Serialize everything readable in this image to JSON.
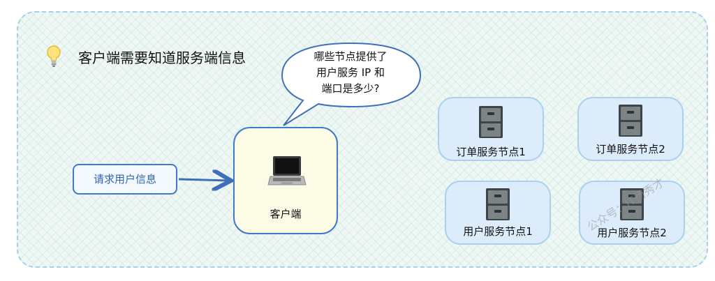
{
  "heading": {
    "icon": "lightbulb-icon",
    "text": "客户端需要知道服务端信息"
  },
  "bubble": {
    "lines": [
      "哪些节点提供了",
      "用户服务 IP 和",
      "端口是多少?"
    ]
  },
  "request_button": {
    "label": "请求用户信息"
  },
  "client": {
    "icon": "laptop-icon",
    "label": "客户端"
  },
  "nodes": [
    {
      "icon": "filing-cabinet-icon",
      "label": "订单服务节点1"
    },
    {
      "icon": "filing-cabinet-icon",
      "label": "订单服务节点2"
    },
    {
      "icon": "filing-cabinet-icon",
      "label": "用户服务节点1"
    },
    {
      "icon": "filing-cabinet-icon",
      "label": "用户服务节点2"
    }
  ],
  "watermark": "公众号：IT杨秀才",
  "colors": {
    "frame_border": "#a9cfe8",
    "accent_blue": "#3f7ac8",
    "node_fill": "#dcecfb",
    "client_fill": "#fbfbe6"
  }
}
